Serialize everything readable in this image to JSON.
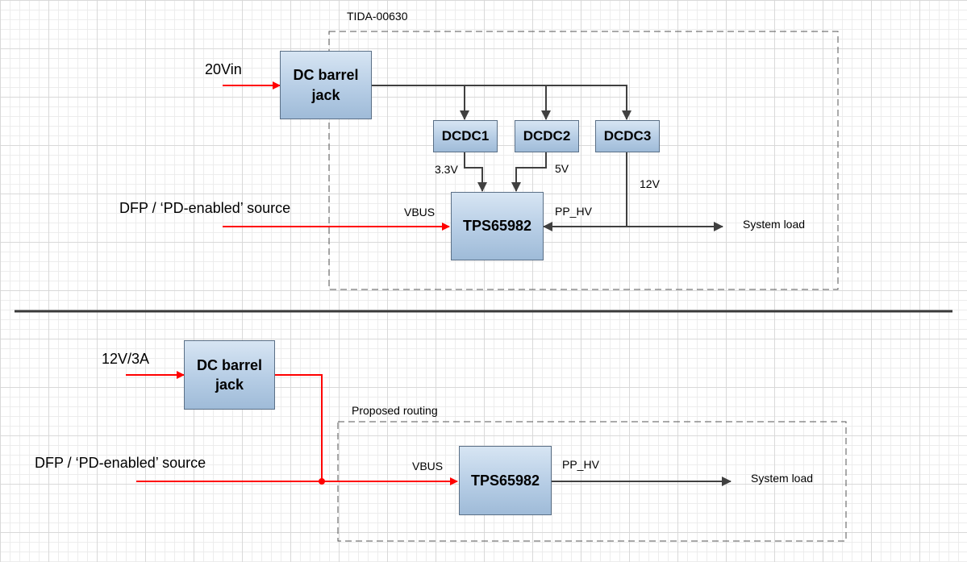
{
  "top": {
    "frame_title": "TIDA-00630",
    "input_label": "20Vin",
    "barrel_jack": "DC barrel\njack",
    "dcdc1": "DCDC1",
    "dcdc2": "DCDC2",
    "dcdc3": "DCDC3",
    "v33": "3.3V",
    "v5": "5V",
    "v12": "12V",
    "source_label": "DFP / ‘PD-enabled’ source",
    "vbus": "VBUS",
    "pd_controller": "TPS65982",
    "pp_hv": "PP_HV",
    "system_load": "System load"
  },
  "bottom": {
    "frame_title": "Proposed routing",
    "input_label": "12V/3A",
    "barrel_jack": "DC barrel\njack",
    "source_label": "DFP / ‘PD-enabled’ source",
    "vbus": "VBUS",
    "pd_controller": "TPS65982",
    "pp_hv": "PP_HV",
    "system_load": "System load"
  },
  "colors": {
    "power_line": "#ff0000",
    "signal_line": "#404040",
    "box_border": "#5a6f86",
    "divider": "#3a3a3a"
  }
}
